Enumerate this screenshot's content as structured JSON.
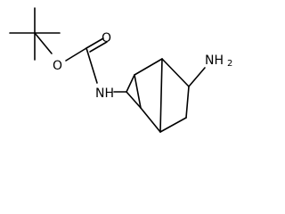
{
  "structure": {
    "atoms": {
      "carbonyl_oxygen": "O",
      "ether_oxygen": "O",
      "amide_nh": "NH",
      "amine_n": "NH",
      "amine_h_count": "2"
    }
  }
}
